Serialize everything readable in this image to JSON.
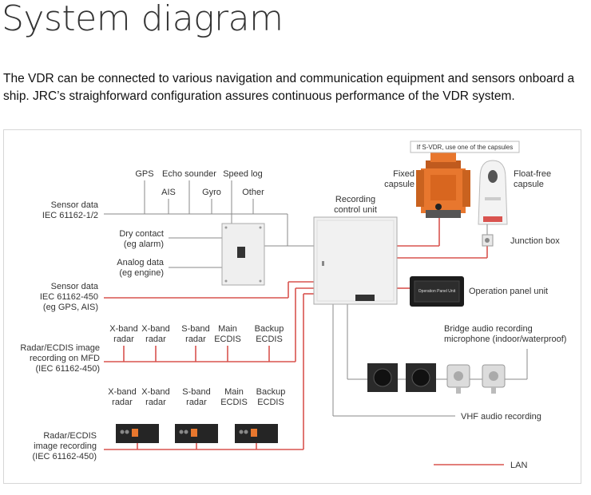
{
  "title": "System diagram",
  "intro": "The VDR can be connected to various navigation and communication equipment and sensors onboard a ship. JRC’s straighforward configuration assures continuous performance of the VDR system.",
  "labels": {
    "gps": "GPS",
    "echo": "Echo sounder",
    "speed": "Speed log",
    "ais": "AIS",
    "gyro": "Gyro",
    "other": "Other",
    "sensor_data_1": "Sensor data",
    "sensor_data_2": "IEC 61162-1/2",
    "dry_1": "Dry contact",
    "dry_2": "(eg alarm)",
    "analog_1": "Analog data",
    "analog_2": "(eg engine)",
    "sensor450_1": "Sensor data",
    "sensor450_2": "IEC 61162-450",
    "sensor450_3": "(eg GPS, AIS)",
    "recording_1": "Recording",
    "recording_2": "control unit",
    "svdr_note": "If S-VDR, use one of the capsules",
    "fixed_1": "Fixed",
    "fixed_2": "capsule",
    "float_1": "Float-free",
    "float_2": "capsule",
    "junction": "Junction box",
    "operation_panel": "Operation panel unit",
    "bridge_1": "Bridge audio recording",
    "bridge_2": "microphone (indoor/waterproof)",
    "vhf": "VHF audio recording",
    "radar_mfd_1": "Radar/ECDIS image",
    "radar_mfd_2": "recording on MFD",
    "radar_mfd_3": "(IEC 61162-450)",
    "radar_rec_1": "Radar/ECDIS",
    "radar_rec_2": "image recording",
    "radar_rec_3": "(IEC 61162-450)",
    "lan": "LAN",
    "screen_text": "Operation Panel Unit"
  },
  "mfd_sources": [
    {
      "line1": "X-band",
      "line2": "radar"
    },
    {
      "line1": "X-band",
      "line2": "radar"
    },
    {
      "line1": "S-band",
      "line2": "radar"
    },
    {
      "line1": "Main",
      "line2": "ECDIS"
    },
    {
      "line1": "Backup",
      "line2": "ECDIS"
    }
  ],
  "rec_sources": [
    {
      "line1": "X-band",
      "line2": "radar"
    },
    {
      "line1": "X-band",
      "line2": "radar"
    },
    {
      "line1": "S-band",
      "line2": "radar"
    },
    {
      "line1": "Main",
      "line2": "ECDIS"
    },
    {
      "line1": "Backup",
      "line2": "ECDIS"
    }
  ],
  "colors": {
    "lan": "#d9534f",
    "line": "#8a8a8a",
    "capsule_orange": "#e8772e"
  }
}
